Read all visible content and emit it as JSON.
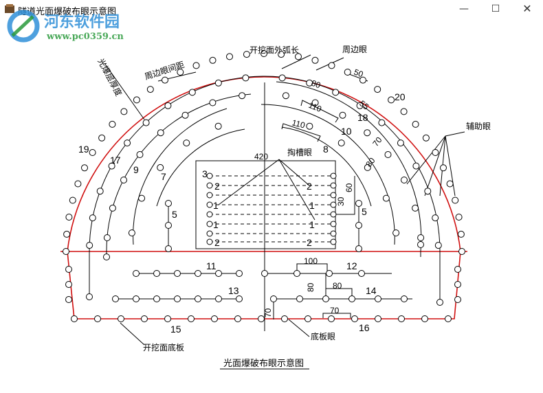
{
  "window": {
    "title": "隧道光面爆破布眼示意图",
    "controls": {
      "minimize": "—",
      "maximize": "☐",
      "close": "✕"
    }
  },
  "watermark": {
    "name": "河东软件园",
    "url": "www.pc0359.cn"
  },
  "diagram": {
    "caption": "光面爆破布眼示意图",
    "labels": {
      "outer_arc": "开挖面外弧长",
      "perimeter": "周边眼",
      "perimeter_spacing": "周边眼间距",
      "smooth_layer": "光爆层厚度",
      "cut_holes": "掏槽眼",
      "auxiliary": "辅助眼",
      "bottom_plate": "开挖面底板",
      "floor_holes": "底板眼"
    },
    "hole_numbers": {
      "n20": "20",
      "n18": "18",
      "n19": "19",
      "n17": "17",
      "n15": "15",
      "n16": "16",
      "n10": "10",
      "n9": "9",
      "n8": "8",
      "n7": "7",
      "n5a": "5",
      "n5b": "5",
      "n3": "3",
      "n11": "11",
      "n12": "12",
      "n13": "13",
      "n14": "14",
      "c2a": "2",
      "c2b": "2",
      "c1a": "1",
      "c1b": "1",
      "c1c": "1",
      "c1d": "1",
      "c2c": "2",
      "c2d": "2"
    },
    "dimensions": {
      "d50": "50",
      "d80a": "80",
      "d55": "55",
      "d110a": "110",
      "d110b": "110",
      "d70a": "70",
      "d80b": "80",
      "d420": "420",
      "d60": "60",
      "d30": "30",
      "d100": "100",
      "d80c": "80",
      "d80d": "80",
      "d70b": "70",
      "d70c": "70"
    },
    "colors": {
      "perimeter_line": "#d01010",
      "lines": "#000000",
      "hole_fill": "#ffffff"
    }
  }
}
